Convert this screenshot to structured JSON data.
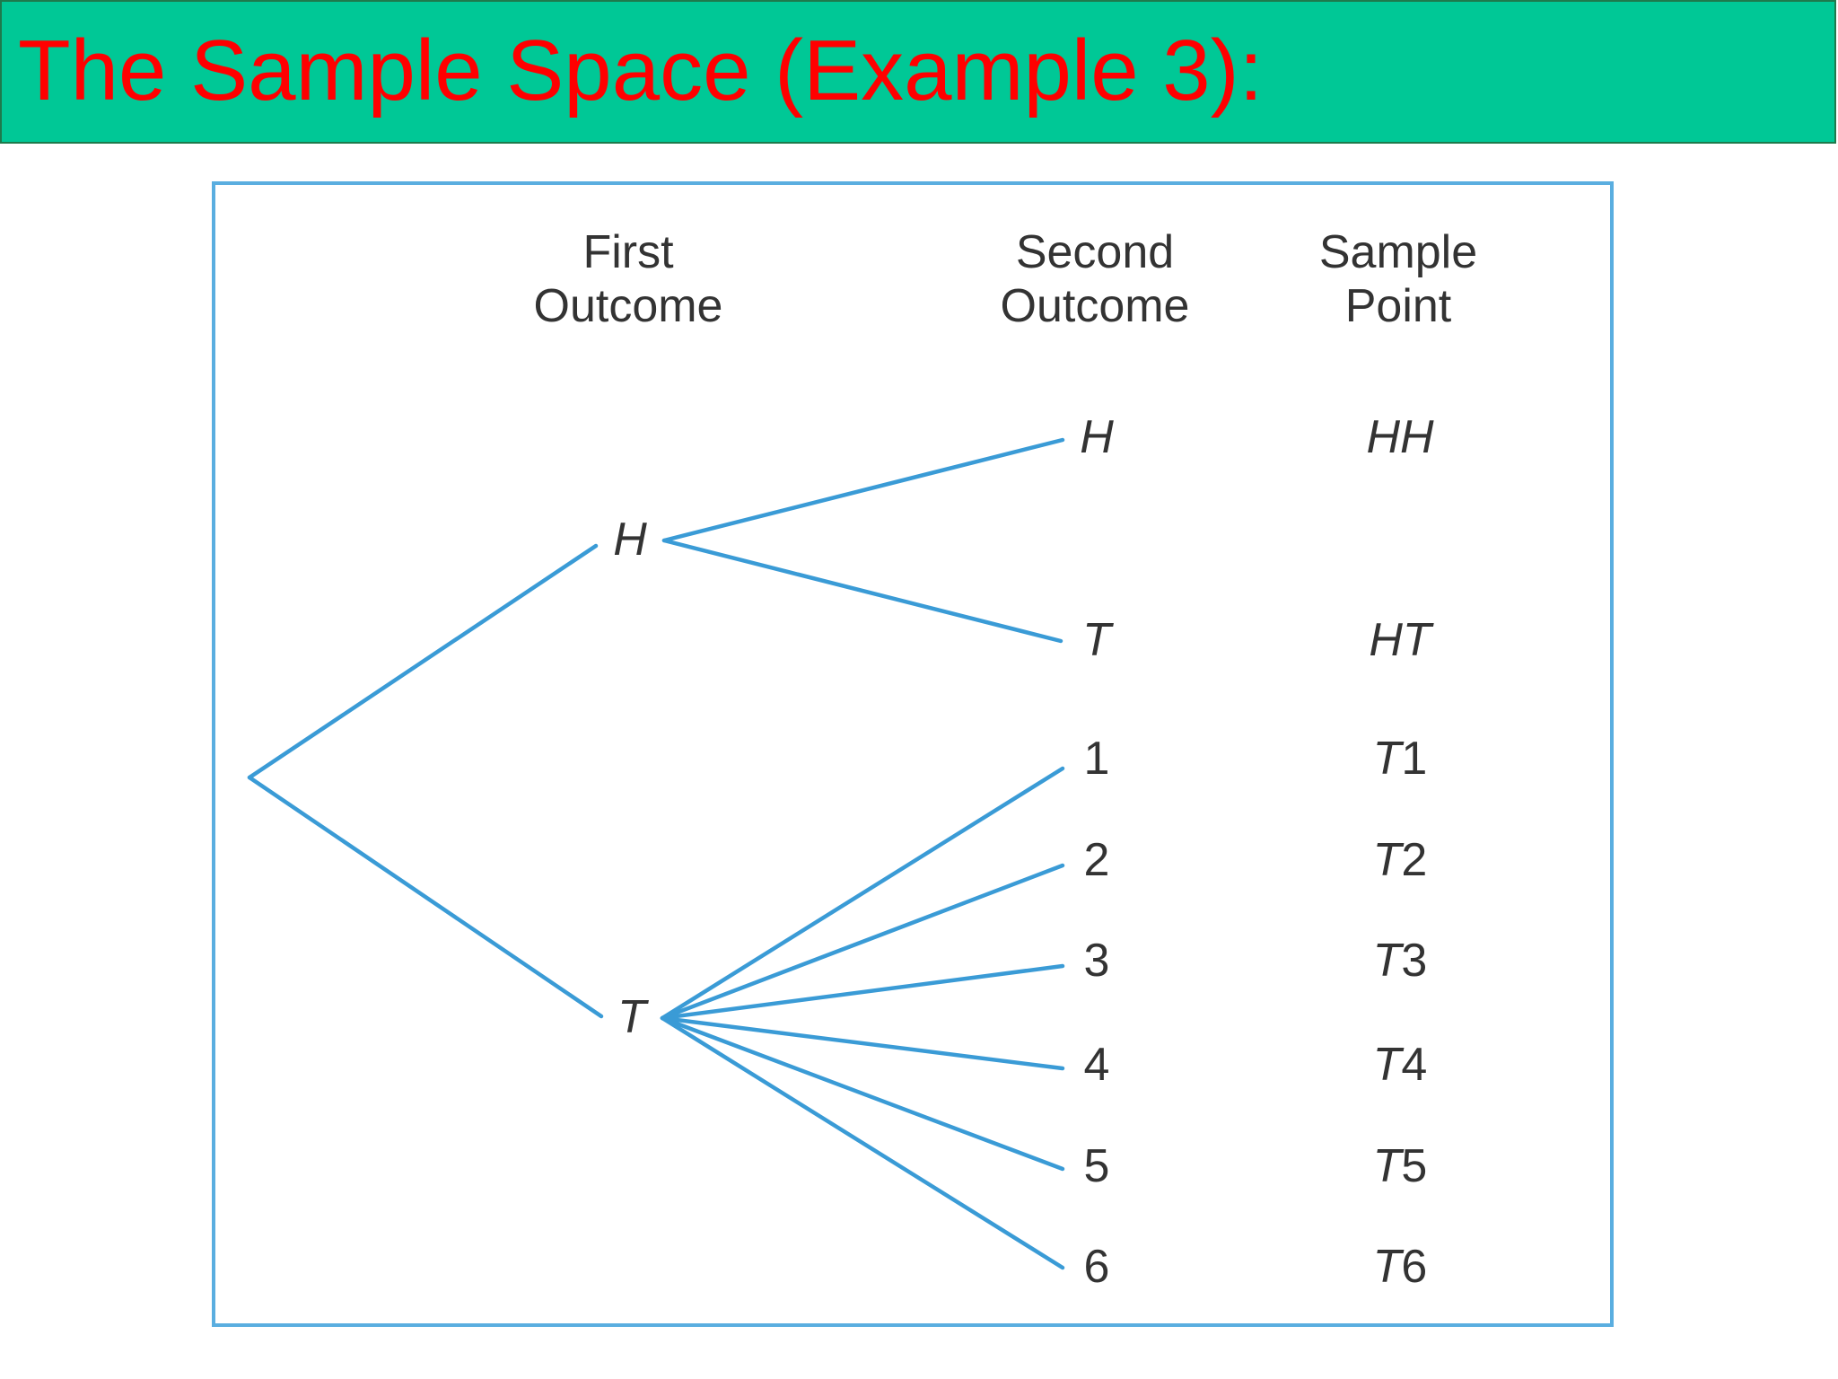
{
  "title": "The Sample Space (Example 3):",
  "colors": {
    "title_bar": "#00c896",
    "title_text": "#ff0000",
    "branch": "#3a9bd6",
    "frame": "#5aaee0"
  },
  "headers": {
    "first_line1": "First",
    "first_line2": "Outcome",
    "second_line1": "Second",
    "second_line2": "Outcome",
    "sample_line1": "Sample",
    "sample_line2": "Point"
  },
  "tree": {
    "first": [
      {
        "label": "H",
        "children": [
          {
            "label": "H",
            "sample": "HH"
          },
          {
            "label": "T",
            "sample": "HT"
          }
        ]
      },
      {
        "label": "T",
        "children": [
          {
            "label": "1",
            "sample_letter": "T",
            "sample_num": "1"
          },
          {
            "label": "2",
            "sample_letter": "T",
            "sample_num": "2"
          },
          {
            "label": "3",
            "sample_letter": "T",
            "sample_num": "3"
          },
          {
            "label": "4",
            "sample_letter": "T",
            "sample_num": "4"
          },
          {
            "label": "5",
            "sample_letter": "T",
            "sample_num": "5"
          },
          {
            "label": "6",
            "sample_letter": "T",
            "sample_num": "6"
          }
        ]
      }
    ]
  }
}
